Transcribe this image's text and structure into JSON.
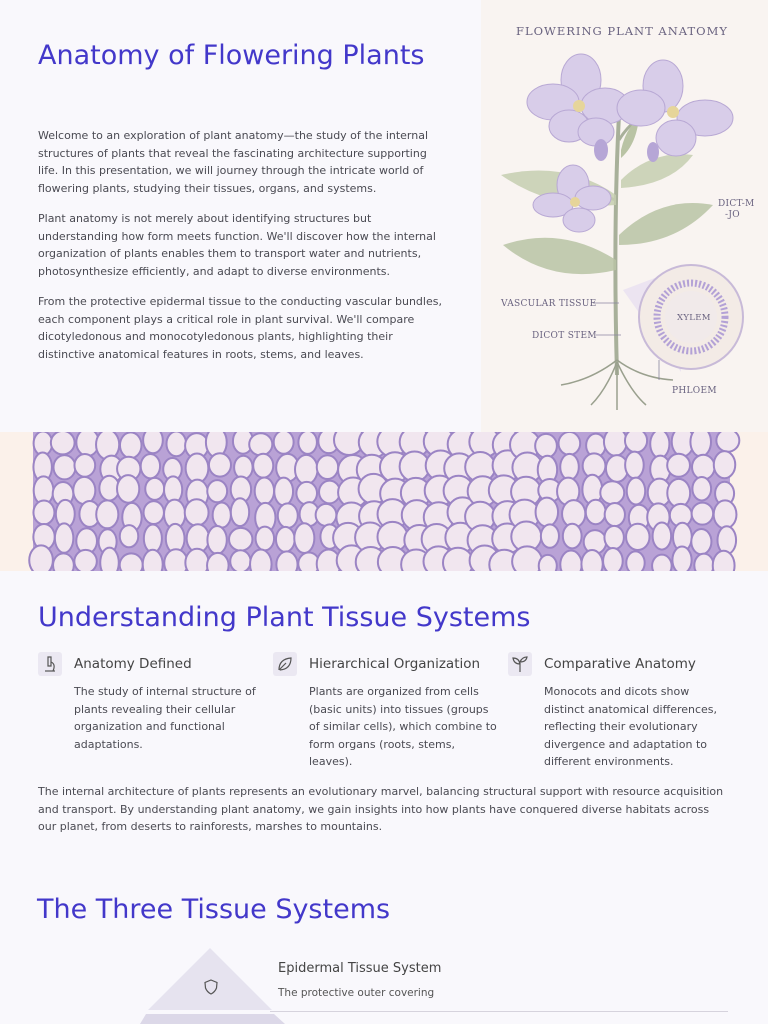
{
  "intro": {
    "title": "Anatomy of Flowering Plants",
    "paragraphs": [
      "Welcome to an exploration of plant anatomy—the study of the internal structures of plants that reveal the fascinating architecture supporting life. In this presentation, we will journey through the intricate world of flowering plants, studying their tissues, organs, and systems.",
      "Plant anatomy is not merely about identifying structures but understanding how form meets function. We'll discover how the internal organization of plants enables them to transport water and nutrients, photosynthesize efficiently, and adapt to diverse environments.",
      "From the protective epidermal tissue to the conducting vascular bundles, each component plays a critical role in plant survival. We'll compare dicotyledonous and monocotyledonous plants, highlighting their distinctive anatomical features in roots, stems, and leaves."
    ]
  },
  "illustration": {
    "heading": "FLOWERING PLANT ANATOMY",
    "labels": {
      "vascular": "VASCULAR TISSUE",
      "dicot": "DICOT STEM",
      "xylem": "XYLEM",
      "phloem": "PHLOEM",
      "dictm1": "DICT-M",
      "dictm2": "-JO"
    }
  },
  "systems": {
    "title": "Understanding Plant Tissue Systems",
    "cards": [
      {
        "icon": "microscope-icon",
        "title": "Anatomy Defined",
        "body": "The study of internal structure of plants revealing their cellular organization and functional adaptations."
      },
      {
        "icon": "leaf-icon",
        "title": "Hierarchical Organization",
        "body": "Plants are organized from cells (basic units) into tissues (groups of similar cells), which combine to form organs (roots, stems, leaves)."
      },
      {
        "icon": "sprout-icon",
        "title": "Comparative Anatomy",
        "body": "Monocots and dicots show distinct anatomical differences, reflecting their evolutionary divergence and adaptation to different environments."
      }
    ],
    "summary": "The internal architecture of plants represents an evolutionary marvel, balancing structural support with resource acquisition and transport. By understanding plant anatomy, we gain insights into how plants have conquered diverse habitats across our planet, from deserts to rainforests, marshes to mountains."
  },
  "three": {
    "title": "The Three Tissue Systems",
    "items": [
      {
        "icon": "shield-icon",
        "title": "Epidermal Tissue System",
        "subtitle": "The protective outer covering"
      }
    ]
  }
}
